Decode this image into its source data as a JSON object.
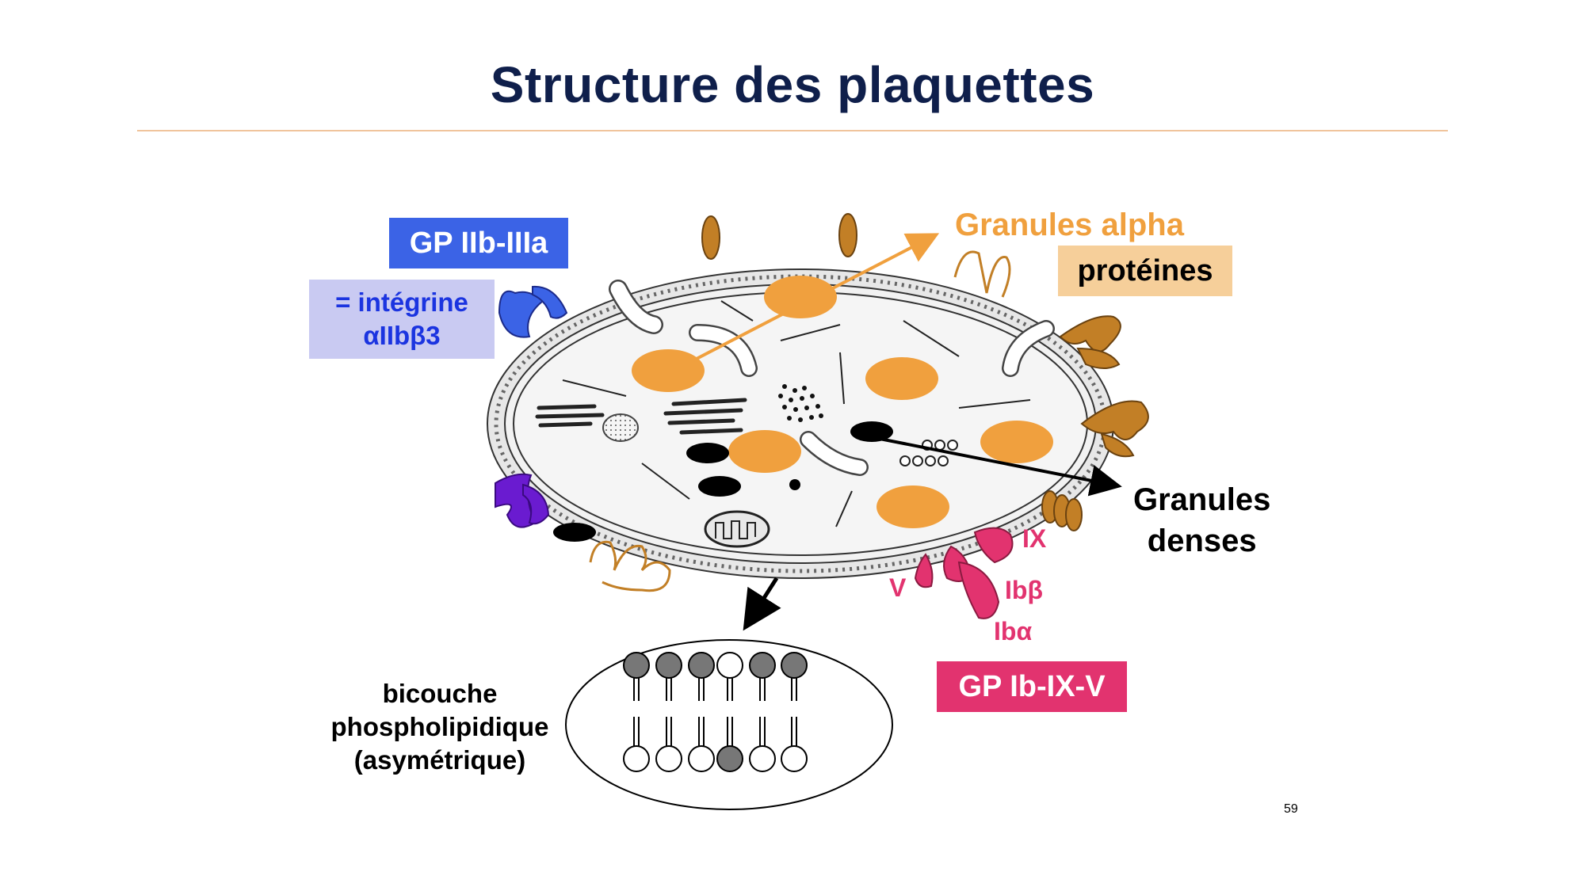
{
  "slide": {
    "title": "Structure des plaquettes",
    "page_number": "59"
  },
  "labels": {
    "gp_iib_iiia": "GP IIb-IIIa",
    "integrine_line1": "= intégrine",
    "integrine_line2": "αIIbβ3",
    "granules_alpha": "Granules alpha",
    "proteines": "protéines",
    "granules_denses_line1": "Granules",
    "granules_denses_line2": "denses",
    "ix": "IX",
    "v": "V",
    "ib_beta": "Ibβ",
    "ib_alpha": "Ibα",
    "gp_ib_ix_v": "GP Ib-IX-V",
    "bicouche": "bicouche phospholipidique (asymétrique)"
  },
  "colors": {
    "title": "#0f1f4b",
    "alpha_granule": "#f0a03e",
    "gp_iib_iiia_box": "#3b63e6",
    "integrine_box": "#c9caf2",
    "proteines_box": "#f6cf9a",
    "gp_ib_box": "#e2336f",
    "receptor_blue": "#3b63e6",
    "receptor_purple": "#6a1bd0",
    "receptor_brown": "#c27f26"
  }
}
